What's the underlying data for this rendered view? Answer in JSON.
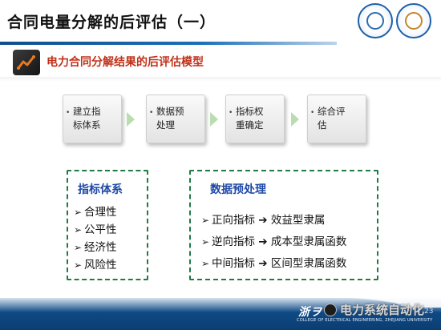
{
  "header": {
    "title": "合同电量分解的后评估（一）"
  },
  "subtitle": {
    "text": "电力合同分解结果的后评估模型"
  },
  "process_steps": [
    {
      "line1": "建立指",
      "line2": "标体系"
    },
    {
      "line1": "数据预",
      "line2": "处理"
    },
    {
      "line1": "指标权",
      "line2": "重确定"
    },
    {
      "line1": "综合评",
      "line2": "估"
    }
  ],
  "left_box": {
    "title": "指标体系",
    "items": [
      "合理性",
      "公平性",
      "经济性",
      "风险性"
    ]
  },
  "right_box": {
    "title": "数据预处理",
    "items": [
      {
        "from": "正向指标",
        "to": "效益型隶属"
      },
      {
        "from": "逆向指标",
        "to": "成本型隶属函数"
      },
      {
        "from": "中间指标",
        "to": "区间型隶属函数"
      }
    ]
  },
  "footer": {
    "college_en": "COLLEGE OF ELECTRICAL ENGINEERING, ZHEJIANG UNIVERSITY",
    "watermark": "电力系统自动化",
    "page_number": "23"
  }
}
